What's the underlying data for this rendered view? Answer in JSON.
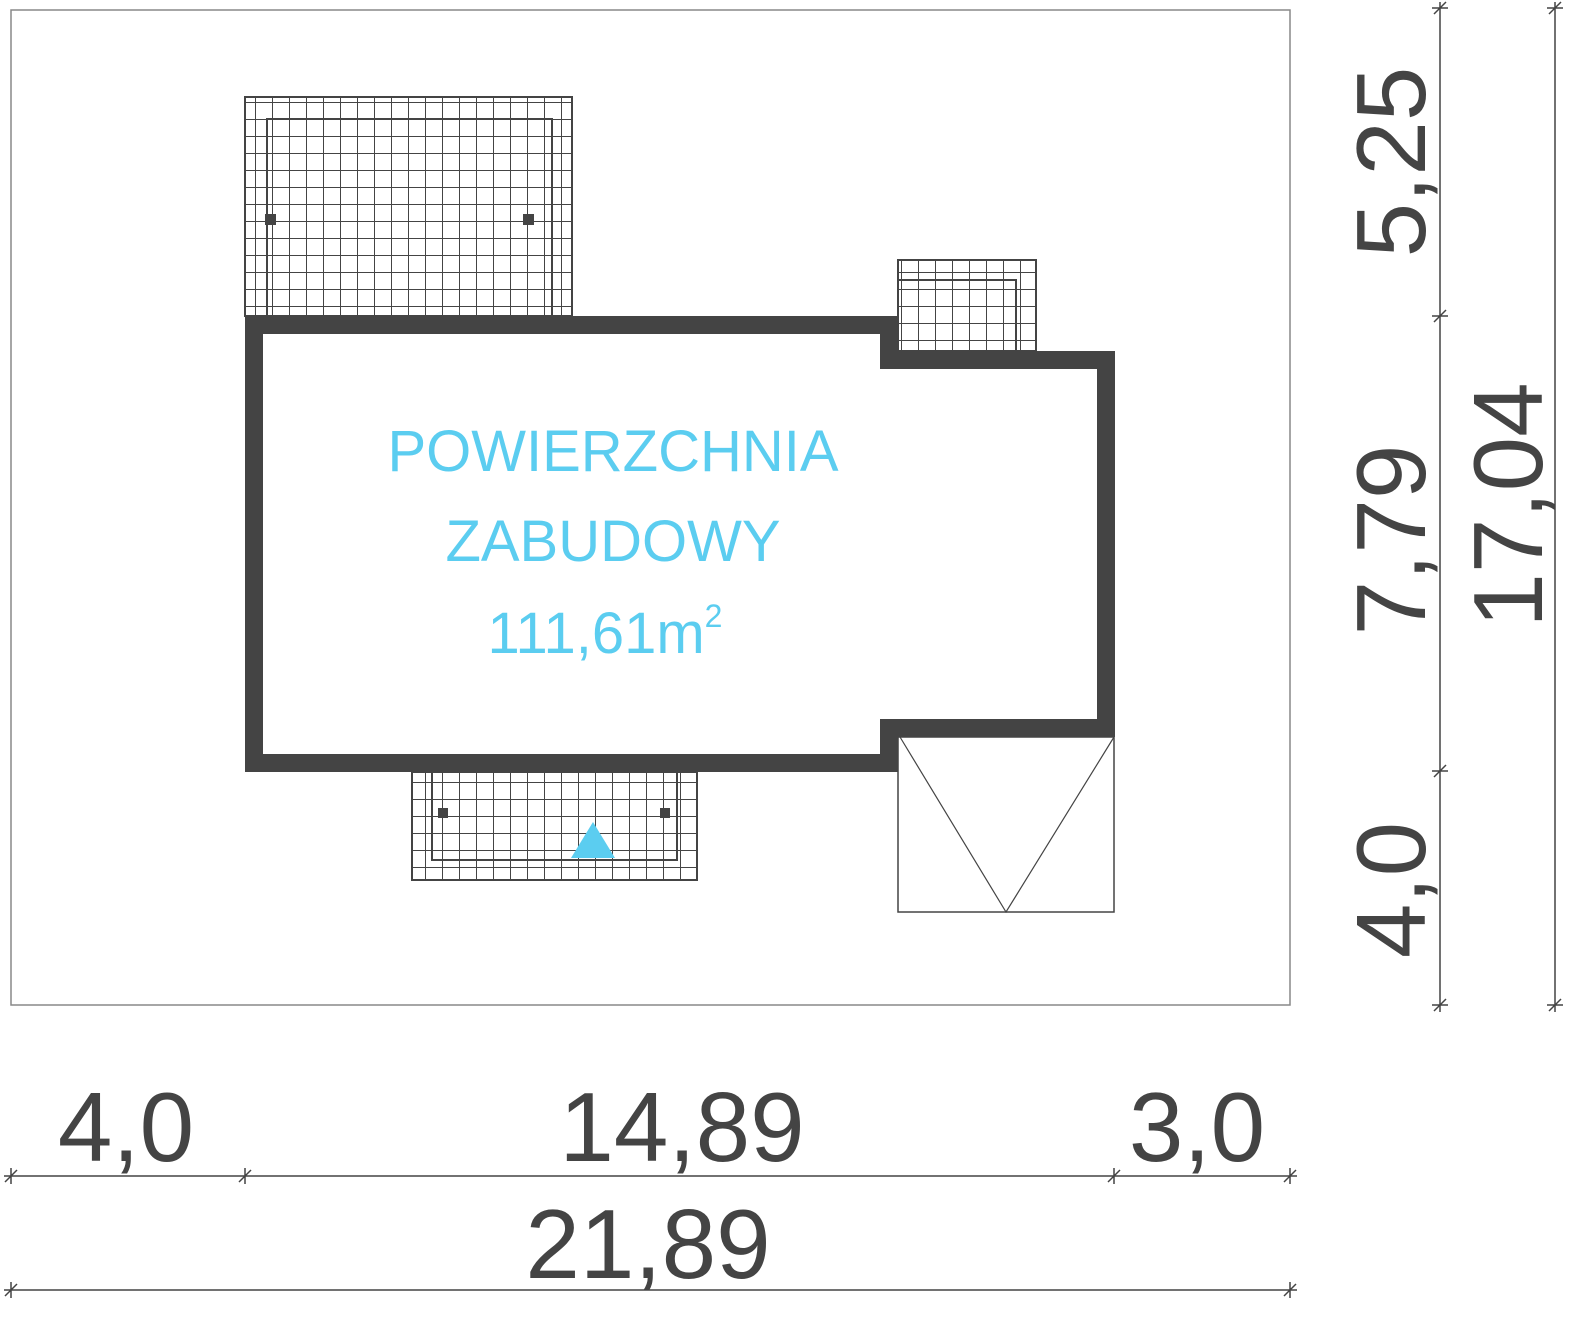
{
  "colors": {
    "wall": "#444444",
    "accent": "#5bcdf0",
    "line": "#888888"
  },
  "area_label": {
    "line1": "POWIERZCHNIA",
    "line2": "ZABUDOWY",
    "value": "111,61m",
    "unit_sup": "2"
  },
  "dimensions": {
    "vertical": {
      "top": "5,25",
      "middle": "7,79",
      "bottom": "4,0",
      "total": "17,04"
    },
    "horizontal": {
      "left": "4,0",
      "middle": "14,89",
      "right": "3,0",
      "total": "21,89"
    }
  },
  "entrance_icon": "triangle-up-icon"
}
